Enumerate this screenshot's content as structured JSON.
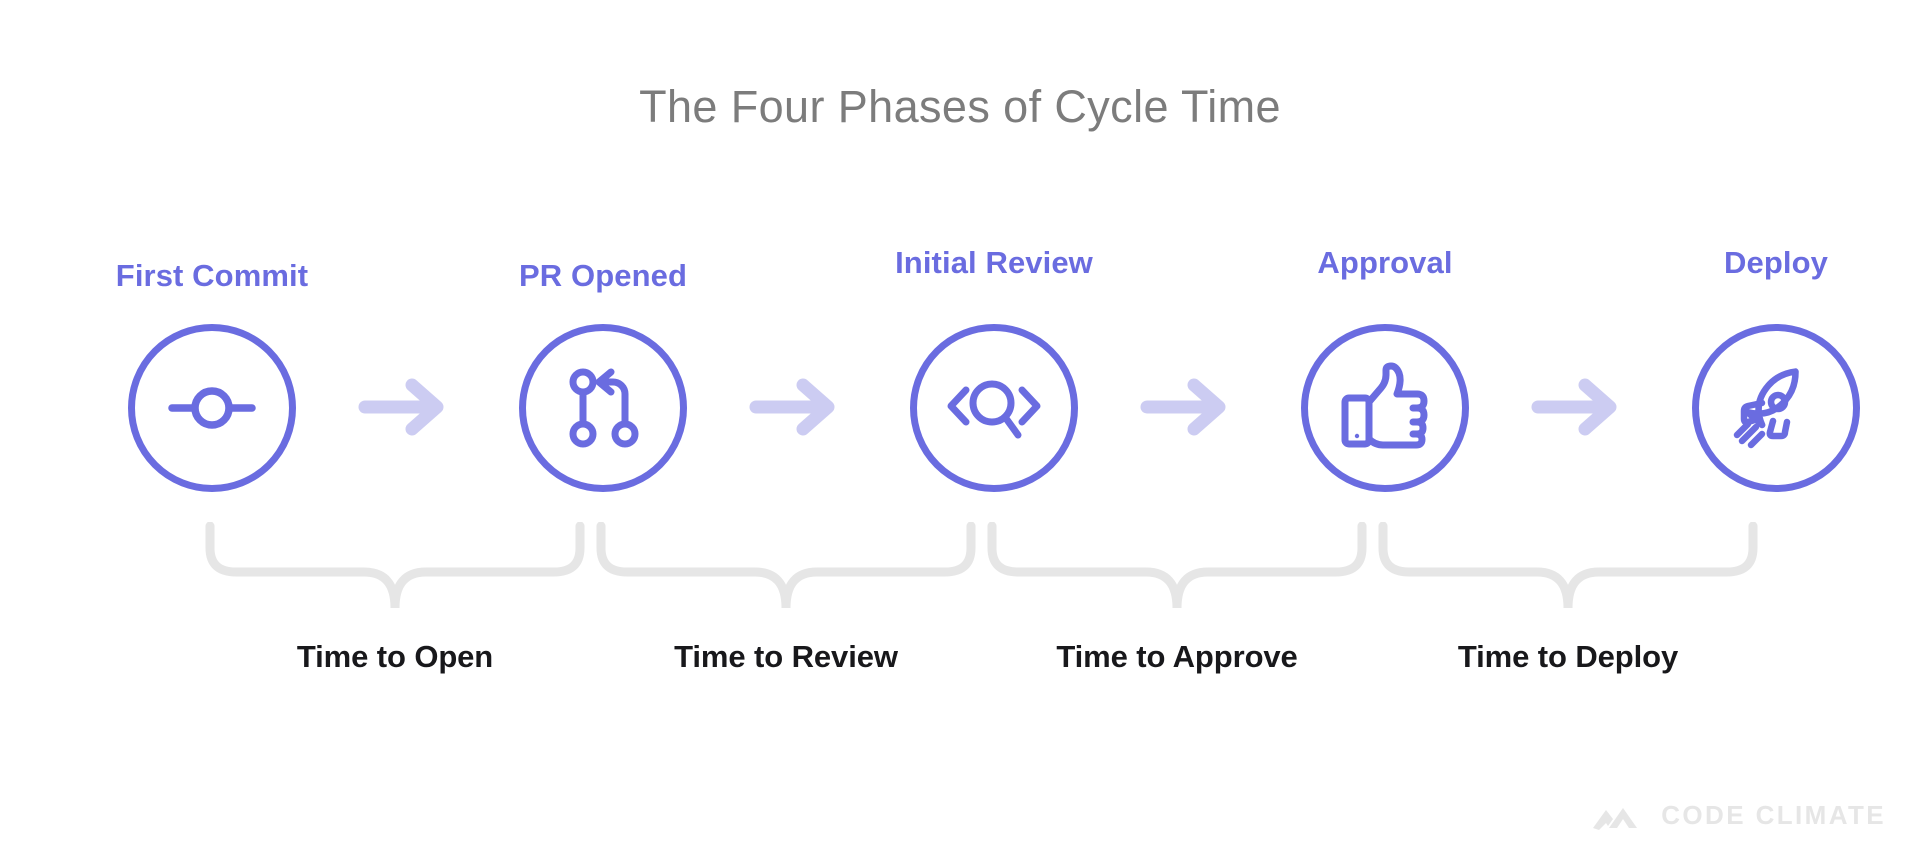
{
  "title": "The Four Phases of Cycle Time",
  "colors": {
    "accent_purple": "#6a6ce0",
    "arrow_lavender": "#ccccf2",
    "brace_gray": "#e6e6e6",
    "title_gray": "#7c7c7c",
    "phase_label_black": "#18181b",
    "brand_gray": "#e6e6e6",
    "background": "#ffffff"
  },
  "stages": [
    {
      "label": "First Commit",
      "icon": "git-commit-icon"
    },
    {
      "label": "PR Opened",
      "icon": "git-pull-request-icon"
    },
    {
      "label": "Initial Review",
      "icon": "code-review-search-icon"
    },
    {
      "label": "Approval",
      "icon": "thumbs-up-icon"
    },
    {
      "label": "Deploy",
      "icon": "rocket-icon"
    }
  ],
  "arrows": [
    {
      "name": "arrow-first-commit-to-pr-opened",
      "icon": "arrow-right-icon"
    },
    {
      "name": "arrow-pr-opened-to-initial-review",
      "icon": "arrow-right-icon"
    },
    {
      "name": "arrow-initial-review-to-approval",
      "icon": "arrow-right-icon"
    },
    {
      "name": "arrow-approval-to-deploy",
      "icon": "arrow-right-icon"
    }
  ],
  "phases": [
    {
      "label": "Time to Open",
      "from": "First Commit",
      "to": "PR Opened"
    },
    {
      "label": "Time to Review",
      "from": "PR Opened",
      "to": "Initial Review"
    },
    {
      "label": "Time to Approve",
      "from": "Initial Review",
      "to": "Approval"
    },
    {
      "label": "Time to Deploy",
      "from": "Approval",
      "to": "Deploy"
    }
  ],
  "brand": {
    "name": "CODE CLIMATE",
    "mark": "code-climate-mountains-icon"
  }
}
